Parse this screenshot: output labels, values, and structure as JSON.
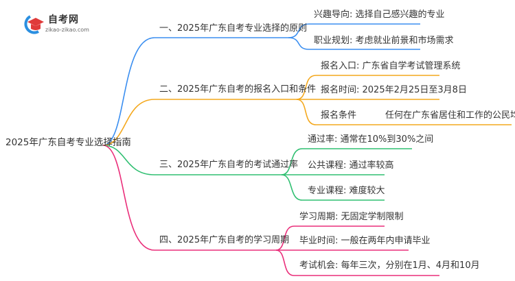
{
  "logo": {
    "name": "自考网",
    "domain": "zikao-zikao.com"
  },
  "root": "2025年广东自考专业选择指南",
  "colors": {
    "blue": "#3a8ef0",
    "orange": "#f4a81d",
    "green": "#2fbf71",
    "pink": "#ea2e7a"
  },
  "branches": [
    {
      "label": "一、2025年广东自考专业选择的原则",
      "leaves": [
        "兴趣导向: 选择自己感兴趣的专业",
        "职业规划: 考虑就业前景和市场需求"
      ]
    },
    {
      "label": "二、2025年广东自考的报名入口和条件",
      "leaves": [
        "报名入口: 广东省自学考试管理系统",
        "报名时间: 2025年2月25日至3月8日",
        "报名条件"
      ],
      "extra": "任何在广东省居住和工作的公民均可报名"
    },
    {
      "label": "三、2025年广东自考的考试通过率",
      "leaves": [
        "通过率: 通常在10%到30%之间",
        "公共课程: 通过率较高",
        "专业课程: 难度较大"
      ]
    },
    {
      "label": "四、2025年广东自考的学习周期",
      "leaves": [
        "学习周期: 无固定学制限制",
        "毕业时间: 一般在两年内申请毕业",
        "考试机会: 每年三次，分别在1月、4月和10月"
      ]
    }
  ]
}
